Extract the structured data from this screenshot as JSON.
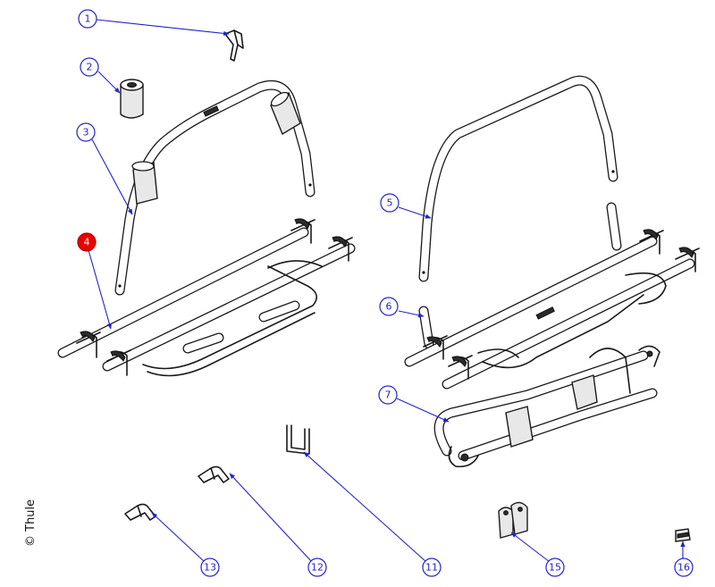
{
  "copyright": "© Thule",
  "colors": {
    "callout": "#2323c8",
    "highlight": "#e80000",
    "line_art": "#1a1a1a"
  },
  "callouts": [
    {
      "label": "1",
      "highlighted": false
    },
    {
      "label": "2",
      "highlighted": false
    },
    {
      "label": "3",
      "highlighted": false
    },
    {
      "label": "4",
      "highlighted": true
    },
    {
      "label": "5",
      "highlighted": false
    },
    {
      "label": "6",
      "highlighted": false
    },
    {
      "label": "7",
      "highlighted": false
    },
    {
      "label": "11",
      "highlighted": false
    },
    {
      "label": "12",
      "highlighted": false
    },
    {
      "label": "13",
      "highlighted": false
    },
    {
      "label": "15",
      "highlighted": false
    },
    {
      "label": "16",
      "highlighted": false
    }
  ]
}
